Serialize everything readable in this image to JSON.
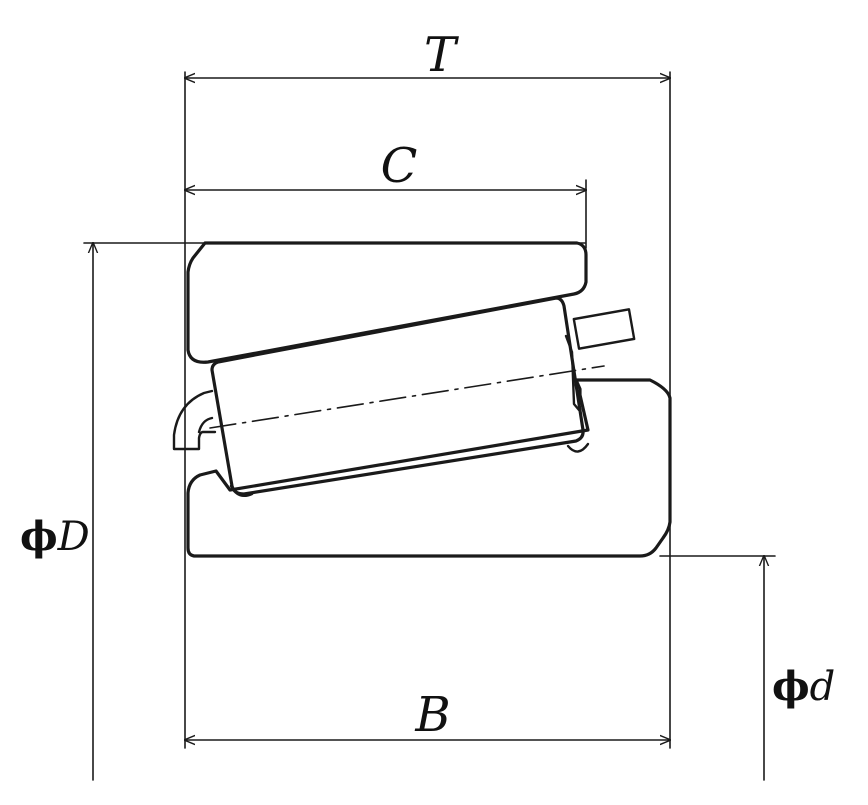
{
  "diagram": {
    "labels": {
      "width_total": "T",
      "width_outer_ring": "C",
      "width_inner_ring": "B",
      "phi_outer": "ϕ",
      "outer_diameter": "D",
      "phi_inner": "ϕ",
      "inner_diameter": "d"
    },
    "colors": {
      "line": "#1a1a1a",
      "background": "#ffffff"
    }
  }
}
